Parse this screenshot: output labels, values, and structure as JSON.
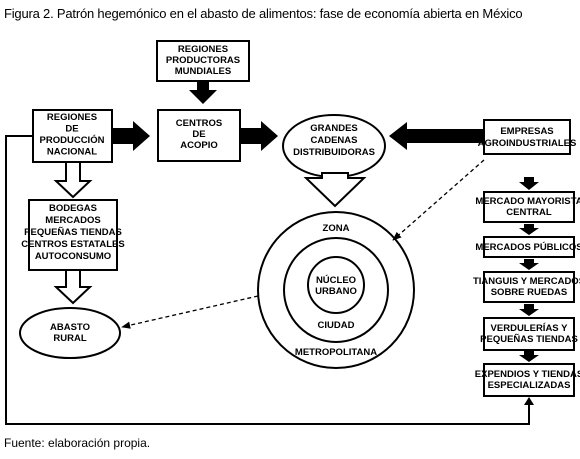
{
  "title": "Figura 2. Patrón hegemónico en el abasto de alimentos: fase de economía abierta en México",
  "source": "Fuente: elaboración propia.",
  "nodes": {
    "regiones_productoras": [
      "REGIONES",
      "PRODUCTORAS",
      "MUNDIALES"
    ],
    "regiones_produccion": [
      "REGIONES",
      "DE",
      "PRODUCCIÓN",
      "NACIONAL"
    ],
    "centros_acopio": [
      "CENTROS",
      "DE",
      "ACOPIO"
    ],
    "grandes_cadenas": [
      "GRANDES",
      "CADENAS",
      "DISTRIBUIDORAS"
    ],
    "empresas": [
      "EMPRESAS",
      "AGROINDUSTRIALES"
    ],
    "bodegas": [
      "BODEGAS",
      "MERCADOS",
      "PEQUEÑAS TIENDAS",
      "CENTROS ESTATALES",
      "AUTOCONSUMO"
    ],
    "abasto_rural": [
      "ABASTO",
      "RURAL"
    ],
    "zona": "ZONA",
    "metropolitana": "METROPOLITANA",
    "nucleo": [
      "NÚCLEO",
      "URBANO"
    ],
    "ciudad": "CIUDAD",
    "mercado_mayorista": [
      "MERCADO MAYORISTA",
      "CENTRAL"
    ],
    "mercados_publicos": [
      "MERCADOS PÚBLICOS"
    ],
    "tianguis": [
      "TIANGUIS Y MERCADOS",
      "SOBRE RUEDAS"
    ],
    "verdulerias": [
      "VERDULERÍAS Y",
      "PEQUEÑAS TIENDAS"
    ],
    "expendios": [
      "EXPENDIOS Y TIENDAS",
      "ESPECIALIZADAS"
    ]
  }
}
